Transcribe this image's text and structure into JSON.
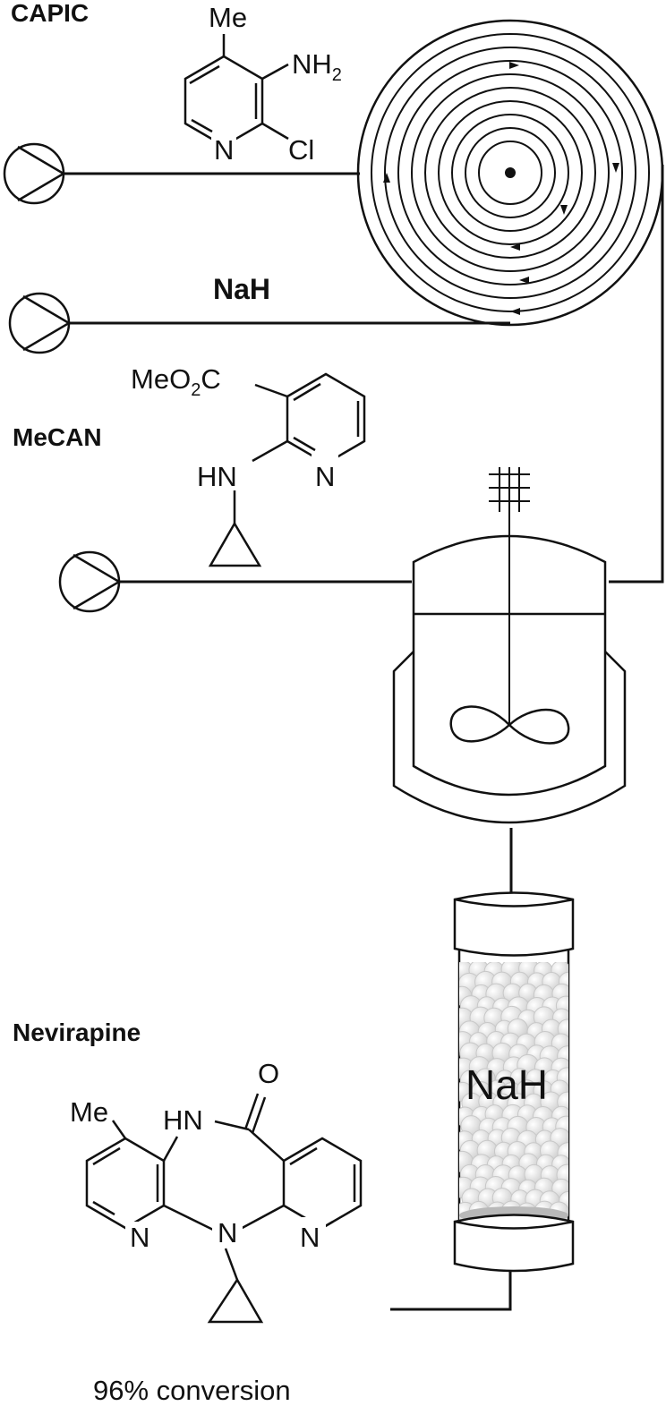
{
  "labels": {
    "capic": "CAPIC",
    "nah_feed": "NaH",
    "mecan": "MeCAN",
    "nevirapine": "Nevirapine",
    "column_reagent": "NaH",
    "conversion": "96% conversion"
  },
  "capic_atoms": {
    "me": "Me",
    "nh": "NH",
    "nh_sub": "2",
    "n": "N",
    "cl": "Cl"
  },
  "mecan_atoms": {
    "meo": "MeO",
    "meo_sub": "2",
    "c": "C",
    "hn": "HN",
    "n": "N"
  },
  "nevirapine_atoms": {
    "me": "Me",
    "hn": "HN",
    "o": "O",
    "n_left": "N",
    "n_center": "N",
    "n_right": "N"
  },
  "colors": {
    "line": "#111111",
    "bead_fill": "#f4f4f4",
    "bead_stroke": "#c8c8c8",
    "frit": "#b8b8b8"
  }
}
